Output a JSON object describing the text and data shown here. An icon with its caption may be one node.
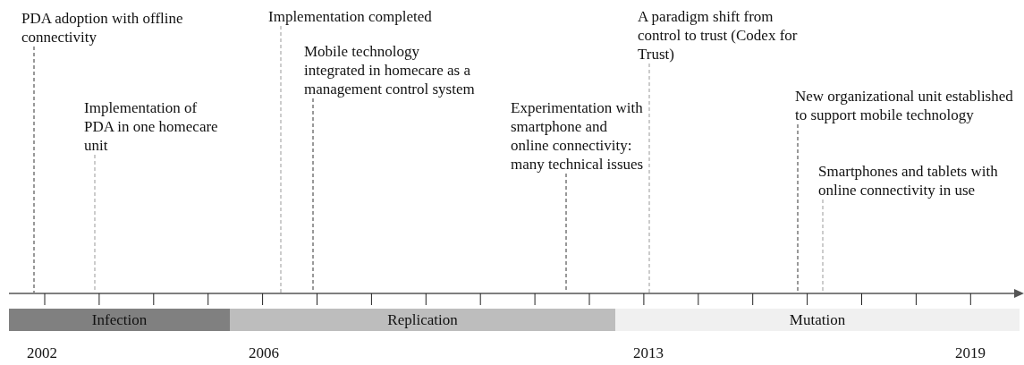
{
  "diagram": {
    "nodes": [
      {
        "text": [
          "PDA adoption with offline connectivity"
        ]
      },
      {
        "text": [
          "Implementation of PDA in one homecare unit"
        ]
      },
      {
        "text": [
          "Implementation completed"
        ]
      },
      {
        "text": [
          "Mobile technology integrated in homecare as a management control system"
        ]
      },
      {
        "text": [
          "Experimentation with smartphone and online connectivity: many technical issues"
        ]
      },
      {
        "text": [
          "A paradigm shift from control to trust (Codex for Trust)"
        ]
      },
      {
        "text": [
          "New organizational unit established to support mobile technology"
        ]
      },
      {
        "text": [
          "Smartphones and tablets with online connectivity in use"
        ]
      },
      {
        "text": [
          "Infection"
        ]
      },
      {
        "text": [
          "Replication"
        ]
      },
      {
        "text": [
          "Mutation"
        ]
      }
    ],
    "edges": [
      {
        "from": 0,
        "to": null,
        "arrow": "none",
        "style": "dashed"
      },
      {
        "from": 1,
        "to": null,
        "arrow": "none",
        "style": "dashed",
        "color": "#999999"
      },
      {
        "from": 2,
        "to": null,
        "arrow": "none",
        "style": "dashed",
        "color": "#999999"
      },
      {
        "from": 3,
        "to": null,
        "arrow": "none",
        "style": "dashed"
      },
      {
        "from": 4,
        "to": null,
        "arrow": "none",
        "style": "dashed"
      },
      {
        "from": 5,
        "to": null,
        "arrow": "none",
        "style": "dashed",
        "color": "#999999"
      },
      {
        "from": 6,
        "to": null,
        "arrow": "none",
        "style": "dashed"
      },
      {
        "from": 7,
        "to": null,
        "arrow": "none",
        "style": "dashed",
        "color": "#999999"
      }
    ],
    "labels": [
      "2002",
      "2006",
      "2013",
      "2019"
    ]
  }
}
